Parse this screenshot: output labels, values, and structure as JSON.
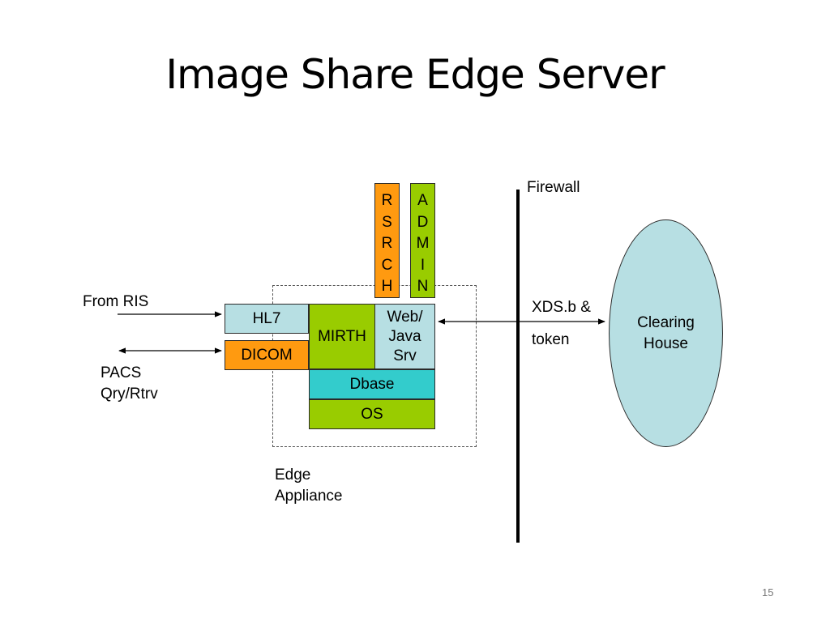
{
  "slide": {
    "title": "Image Share Edge Server",
    "page_number": "15"
  },
  "labels": {
    "from_ris": "From RIS",
    "pacs_line1": "PACS",
    "pacs_line2": "Qry/Rtrv",
    "edge_line1": "Edge",
    "edge_line2": "Appliance",
    "firewall": "Firewall",
    "xds_line1": "XDS.b &",
    "xds_line2": "token"
  },
  "boxes": {
    "hl7": "HL7",
    "dicom": "DICOM",
    "mirth": "MIRTH",
    "web_line1": "Web/",
    "web_line2": "Java",
    "web_line3": "Srv",
    "dbase": "Dbase",
    "os": "OS",
    "rsrch_letters": [
      "R",
      "S",
      "R",
      "C",
      "H"
    ],
    "admin_letters": [
      "A",
      "D",
      "M",
      "I",
      "N"
    ]
  },
  "clearing_house": {
    "line1": "Clearing",
    "line2": "House"
  },
  "colors": {
    "light_blue": "#b7dfe3",
    "orange": "#ff9a10",
    "green": "#99cc00",
    "teal": "#33cccc",
    "ellipse": "#b7dfe3",
    "line": "#000000"
  }
}
